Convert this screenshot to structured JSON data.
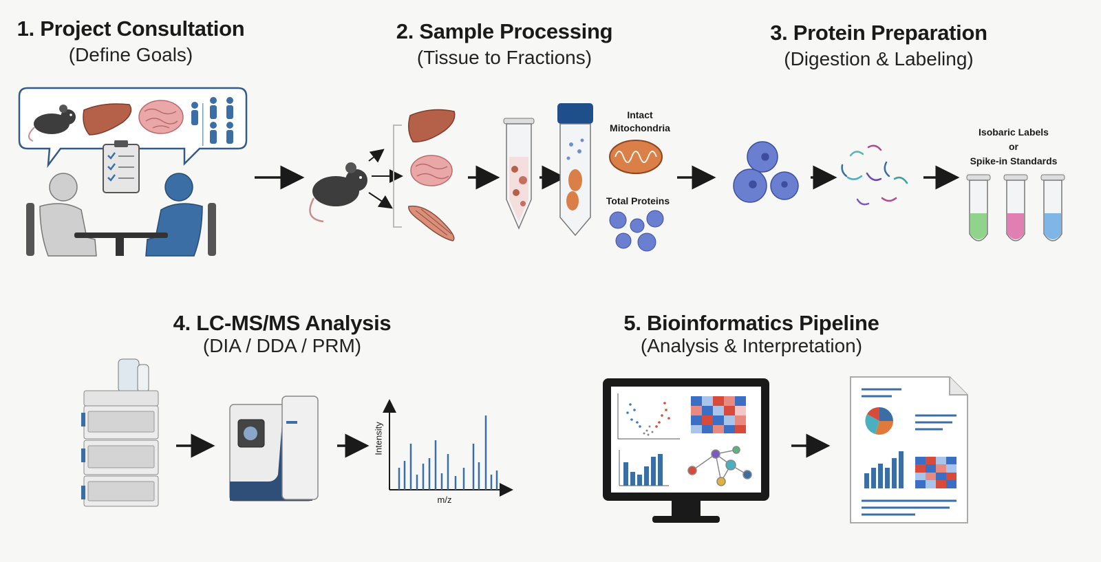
{
  "steps": [
    {
      "title": "1. Project Consultation",
      "subtitle": "(Define Goals)"
    },
    {
      "title": "2. Sample Processing",
      "subtitle": "(Tissue to Fractions)"
    },
    {
      "title": "3. Protein Preparation",
      "subtitle": "(Digestion & Labeling)"
    },
    {
      "title": "4. LC-MS/MS Analysis",
      "subtitle": "(DIA / DDA / PRM)"
    },
    {
      "title": "5. Bioinformatics Pipeline",
      "subtitle": "(Analysis & Interpretation)"
    }
  ],
  "labels": {
    "mito_line1": "Intact",
    "mito_line2": "Mitochondria",
    "total_proteins": "Total Proteins",
    "iso_line1": "Isobaric Labels",
    "iso_line2": "or",
    "iso_line3": "Spike-in Standards",
    "y_axis": "Intensity",
    "x_axis": "m/z"
  },
  "colors": {
    "blue": "#3a6ea5",
    "gray": "#cfcfcf",
    "liver": "#b5614a",
    "brain": "#eaa7a7",
    "mouse": "#3d3d3d",
    "protein": "#6b7fd0",
    "tube_green": "#8fd48a",
    "tube_pink": "#e17fb3",
    "tube_blue": "#7fb6e8"
  }
}
